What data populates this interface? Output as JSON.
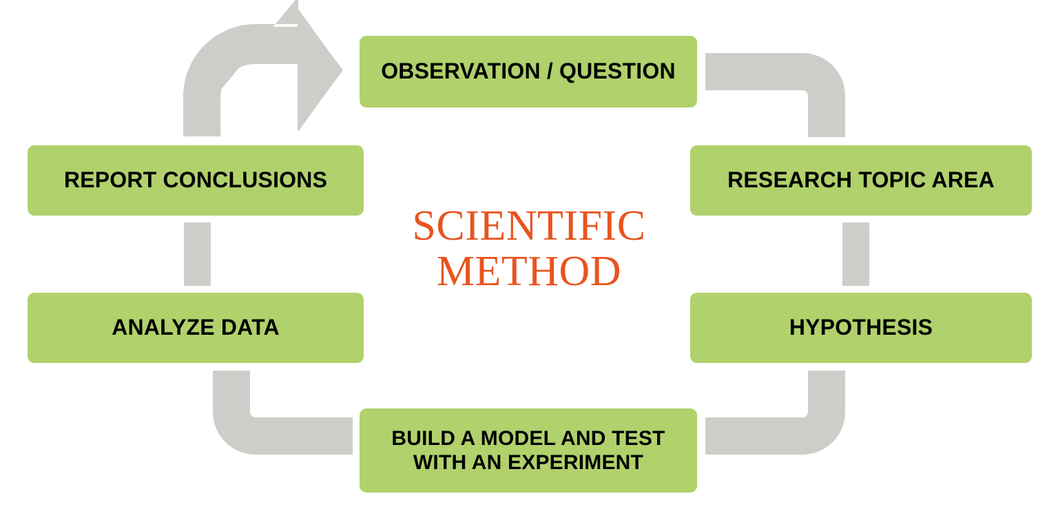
{
  "diagram": {
    "title": "SCIENTIFIC\nMETHOD",
    "title_color": "#e8541f",
    "node_color": "#b0d16b",
    "connector_color": "#cdcdca",
    "background_color": "#ffffff",
    "nodes": [
      {
        "id": "observation",
        "label": "OBSERVATION / QUESTION"
      },
      {
        "id": "research",
        "label": "RESEARCH TOPIC AREA"
      },
      {
        "id": "hypothesis",
        "label": "HYPOTHESIS"
      },
      {
        "id": "build",
        "label": "BUILD A MODEL AND TEST\nWITH AN EXPERIMENT"
      },
      {
        "id": "analyze",
        "label": "ANALYZE DATA"
      },
      {
        "id": "report",
        "label": "REPORT CONCLUSIONS"
      }
    ],
    "connectors": [
      {
        "id": "observation-to-research",
        "from": "observation",
        "to": "research",
        "shape": "elbow-right-down"
      },
      {
        "id": "research-to-hypothesis",
        "from": "research",
        "to": "hypothesis",
        "shape": "vertical-bar"
      },
      {
        "id": "hypothesis-to-build",
        "from": "hypothesis",
        "to": "build",
        "shape": "elbow-down-left"
      },
      {
        "id": "build-to-analyze",
        "from": "build",
        "to": "analyze",
        "shape": "elbow-left-up"
      },
      {
        "id": "analyze-to-report",
        "from": "analyze",
        "to": "report",
        "shape": "vertical-bar"
      },
      {
        "id": "report-to-observation",
        "from": "report",
        "to": "observation",
        "shape": "elbow-up-right-arrow"
      }
    ]
  }
}
